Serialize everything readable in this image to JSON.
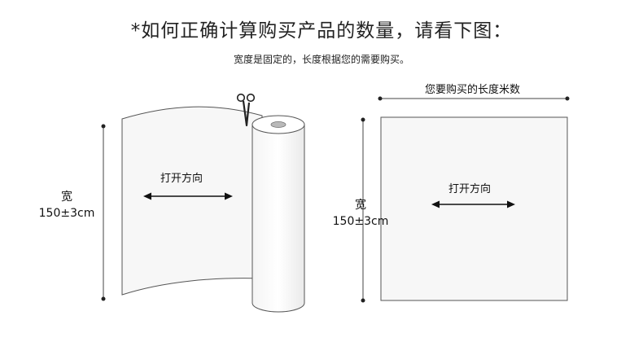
{
  "header": {
    "title": "*如何正确计算购买产品的数量，请看下图：",
    "subtitle": "宽度是固定的，长度根据您的需要购买。"
  },
  "left_diagram": {
    "direction_label": "打开方向",
    "width_label": "宽",
    "width_value": "150±3cm"
  },
  "right_diagram": {
    "length_label": "您要购买的长度米数",
    "direction_label": "打开方向",
    "width_label": "宽",
    "width_value": "150±3cm"
  },
  "icons": {
    "scissors": "scissors-icon"
  }
}
